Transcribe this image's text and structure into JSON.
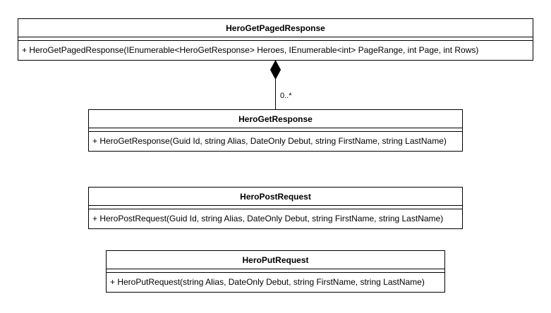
{
  "classes": {
    "hero_get_paged_response": {
      "name": "HeroGetPagedResponse",
      "method": "+ HeroGetPagedResponse(IEnumerable<HeroGetResponse> Heroes, IEnumerable<int> PageRange, int Page, int Rows)"
    },
    "hero_get_response": {
      "name": "HeroGetResponse",
      "method": "+ HeroGetResponse(Guid Id, string Alias, DateOnly Debut, string FirstName, string LastName)"
    },
    "hero_post_request": {
      "name": "HeroPostRequest",
      "method": "+ HeroPostRequest(Guid Id, string Alias, DateOnly Debut, string FirstName, string LastName)"
    },
    "hero_put_request": {
      "name": "HeroPutRequest",
      "method": "+ HeroPutRequest(string Alias, DateOnly Debut, string FirstName, string LastName)"
    }
  },
  "relationships": [
    {
      "type": "composition",
      "whole": "HeroGetPagedResponse",
      "part": "HeroGetResponse",
      "multiplicity": "0..*"
    }
  ]
}
